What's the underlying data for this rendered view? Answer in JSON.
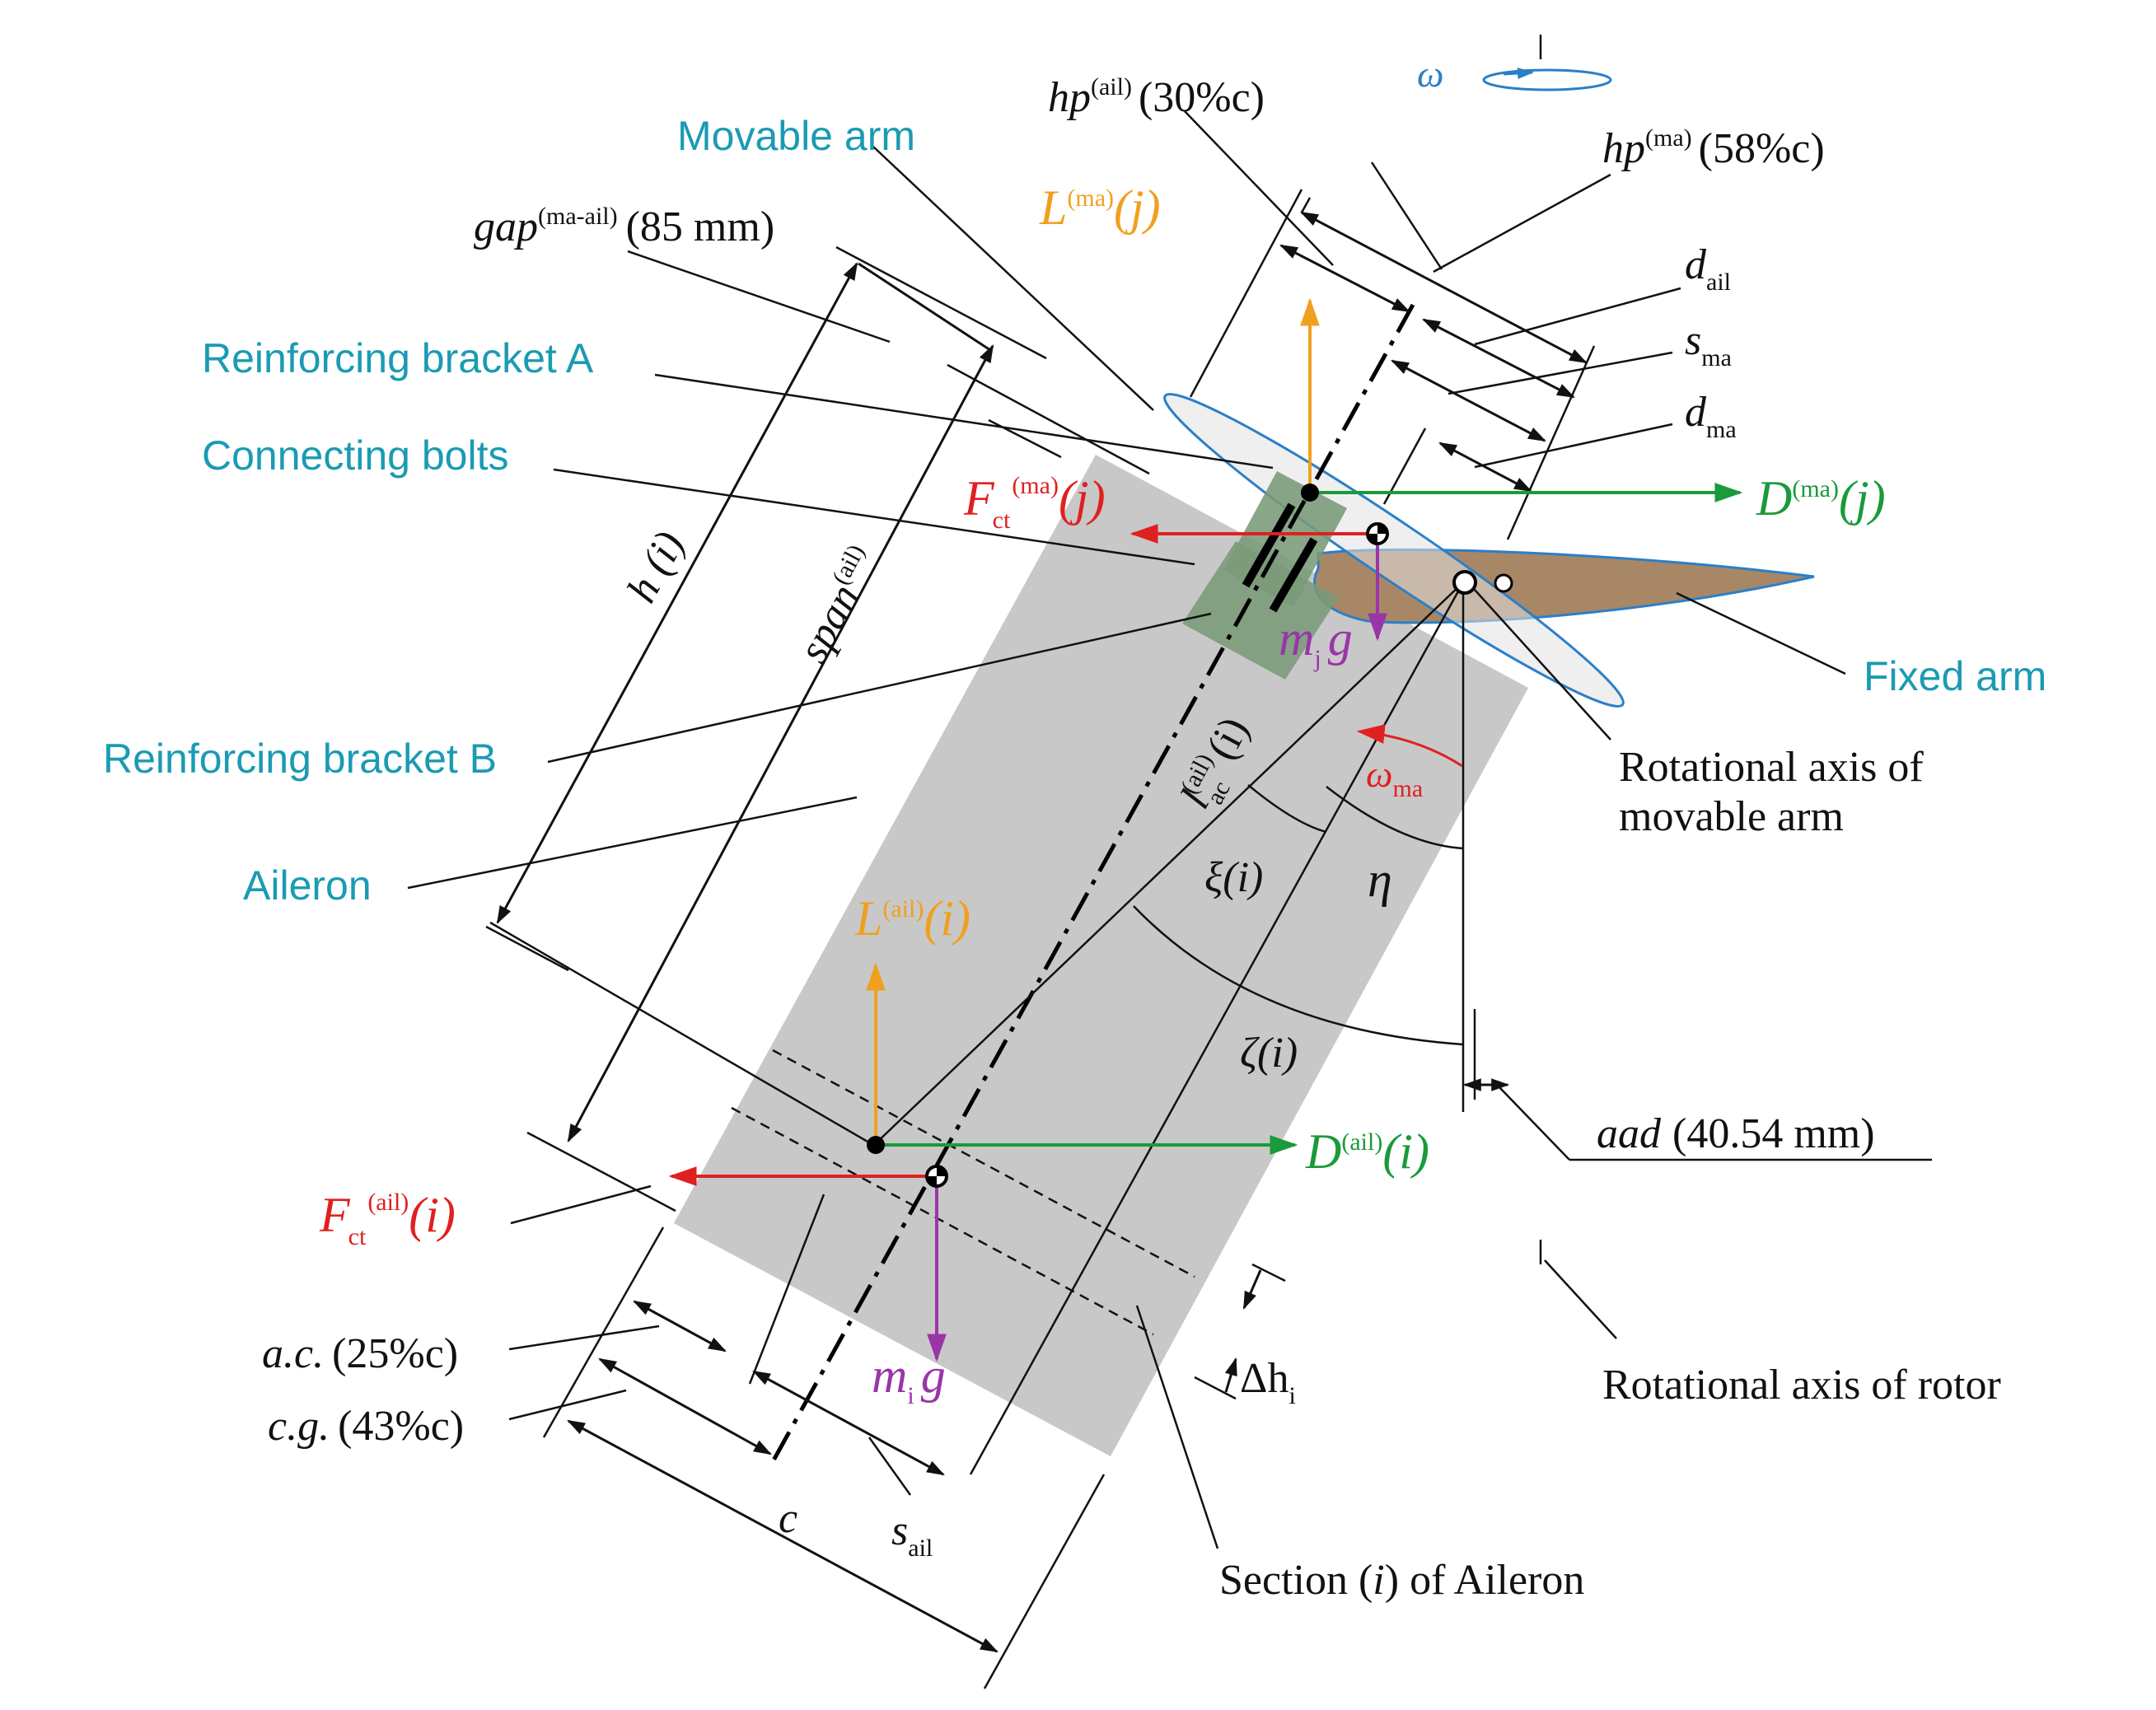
{
  "labels": {
    "movable_arm": "Movable arm",
    "reinforcing_bracket_a": "Reinforcing bracket A",
    "connecting_bolts": "Connecting bolts",
    "reinforcing_bracket_b": "Reinforcing bracket B",
    "aileron": "Aileron",
    "fixed_arm": "Fixed arm",
    "rot_axis_movable_1": "Rotational axis of",
    "rot_axis_movable_2": "movable arm",
    "rot_axis_rotor": "Rotational axis of rotor",
    "section_pre": "Section (",
    "section_i": "i",
    "section_post": ") of Aileron"
  },
  "dimensions": {
    "hp_ail_base": "hp",
    "hp_ail_sup": "(ail)",
    "hp_ail_val": "(30%c)",
    "hp_ma_base": "hp",
    "hp_ma_sup": "(ma)",
    "hp_ma_val": "(58%c)",
    "gap_base": "gap",
    "gap_sup": "(ma-ail)",
    "gap_val": "(85 mm)",
    "d_ail_base": "d",
    "d_ail_sub": "ail",
    "s_ma_base": "s",
    "s_ma_sub": "ma",
    "d_ma_base": "d",
    "d_ma_sub": "ma",
    "h_i": "h (i)",
    "span_base": "span",
    "span_sup": "(ail)",
    "l_base": "l",
    "l_sub": "ac",
    "l_sup": "(ail)",
    "l_arg": "(i)",
    "xi": "ξ(i)",
    "eta": "η",
    "zeta": "ζ(i)",
    "aad_base": "aad",
    "aad_val": "(40.54 mm)",
    "ac_base": "a.c.",
    "ac_val": "(25%c)",
    "cg_base": "c.g.",
    "cg_val": "(43%c)",
    "c": "c",
    "s_ail_base": "s",
    "s_ail_sub": "ail",
    "delta_base": "Δh",
    "delta_sub": "i",
    "omega": "ω",
    "omega_ma_base": "ω",
    "omega_ma_sub": "ma"
  },
  "forces": {
    "L_ma_base": "L",
    "L_ma_sup": "(ma)",
    "L_ma_arg": "(j)",
    "D_ma_base": "D",
    "D_ma_sup": "(ma)",
    "D_ma_arg": "(j)",
    "Fct_ma_base": "F",
    "Fct_ma_sub": "ct",
    "Fct_ma_sup": "(ma)",
    "Fct_ma_arg": "(j)",
    "mj_base": "m",
    "mj_sub": "j",
    "mj_g": "g",
    "L_ail_base": "L",
    "L_ail_sup": "(ail)",
    "L_ail_arg": "(i)",
    "D_ail_base": "D",
    "D_ail_sup": "(ail)",
    "D_ail_arg": "(i)",
    "Fct_ail_base": "F",
    "Fct_ail_sub": "ct",
    "Fct_ail_sup": "(ail)",
    "Fct_ail_arg": "(i)",
    "mi_base": "m",
    "mi_sub": "i",
    "mi_g": "g"
  },
  "colors": {
    "label_teal": "#1a9bb3",
    "lift_orange": "#f0a020",
    "drag_green": "#1a9a3a",
    "centrifugal_red": "#e02020",
    "weight_purple": "#9a35a8",
    "omega_blue": "#2b7fc8",
    "aileron_gray": "#c8c8c8",
    "bracket_green": "#7a9a78",
    "fixed_arm_brown": "#a88766"
  }
}
